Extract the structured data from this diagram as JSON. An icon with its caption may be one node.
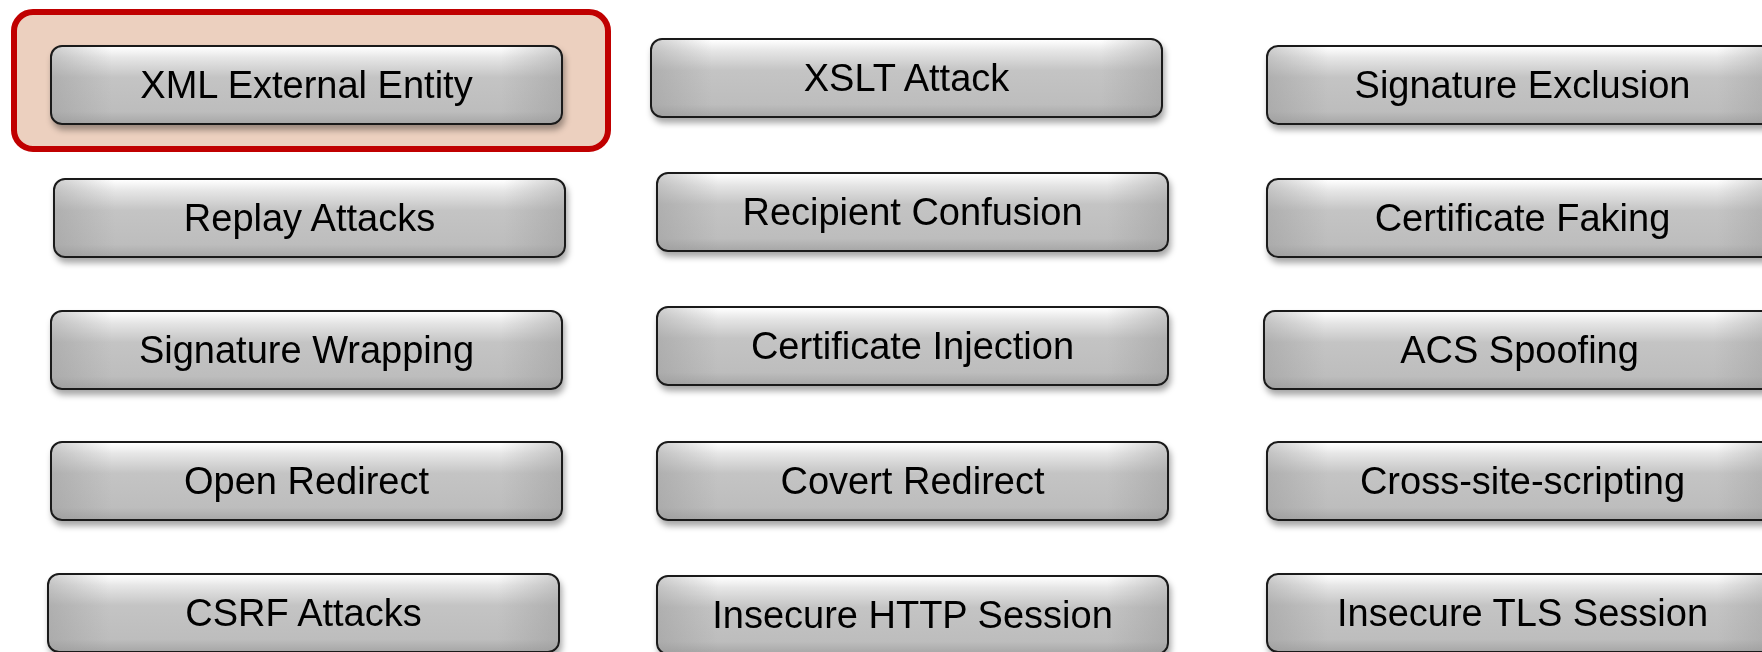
{
  "diagram": {
    "nodes": [
      {
        "text": [],
        "shape": "box"
      },
      {
        "text": [
          "XML External Entity"
        ],
        "in": 0
      },
      {
        "text": [
          "XSLT Attack"
        ]
      },
      {
        "text": [
          "Signature Exclusion"
        ]
      },
      {
        "text": [
          "Replay Attacks"
        ]
      },
      {
        "text": [
          "Recipient Confusion"
        ]
      },
      {
        "text": [
          "Certificate Faking"
        ]
      },
      {
        "text": [
          "Signature Wrapping"
        ]
      },
      {
        "text": [
          "Certificate Injection"
        ]
      },
      {
        "text": [
          "ACS Spoofing"
        ]
      },
      {
        "text": [
          "Open Redirect"
        ]
      },
      {
        "text": [
          "Covert Redirect"
        ]
      },
      {
        "text": [
          "Cross-site-scripting"
        ]
      },
      {
        "text": [
          "CSRF Attacks"
        ]
      },
      {
        "text": [
          "Insecure HTTP Session"
        ]
      },
      {
        "text": [
          "Insecure TLS Session"
        ]
      }
    ]
  }
}
